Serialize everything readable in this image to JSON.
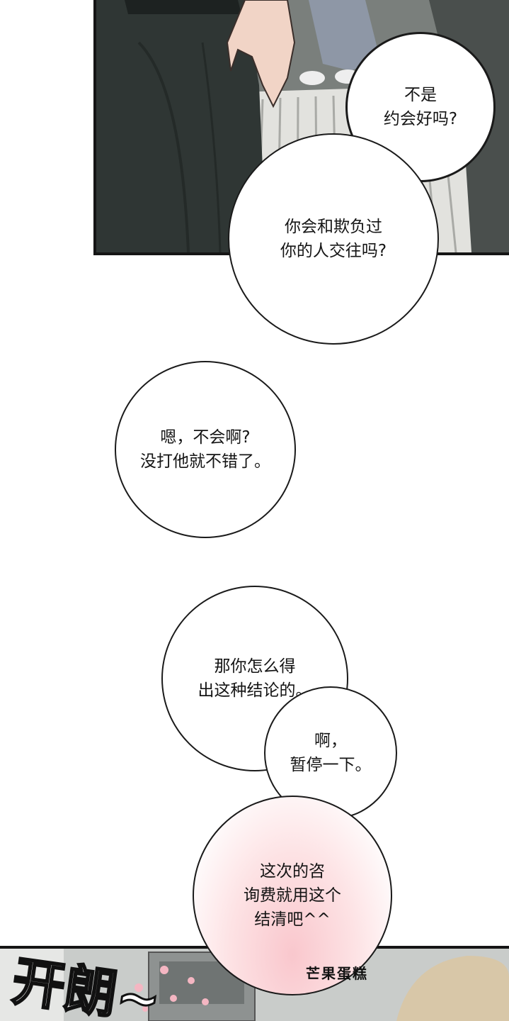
{
  "bubbles": {
    "b1": [
      "不是",
      "约会好吗?"
    ],
    "b2": [
      "你会和欺负过",
      "你的人交往吗?"
    ],
    "b3": [
      "嗯，不会啊?",
      "没打他就不错了。"
    ],
    "b4": [
      "那你怎么得",
      "出这种结论的。"
    ],
    "b5": [
      "啊，",
      "暂停一下。"
    ],
    "b6": [
      "这次的咨",
      "询费就用这个",
      "结清吧^^"
    ]
  },
  "sfx": "开朗~",
  "watermark": "芒果蛋糕",
  "colors": {
    "panel_dark": "#545a58",
    "bubble_border": "#1a1a1a",
    "pink_glow": "#f9c7cd"
  }
}
